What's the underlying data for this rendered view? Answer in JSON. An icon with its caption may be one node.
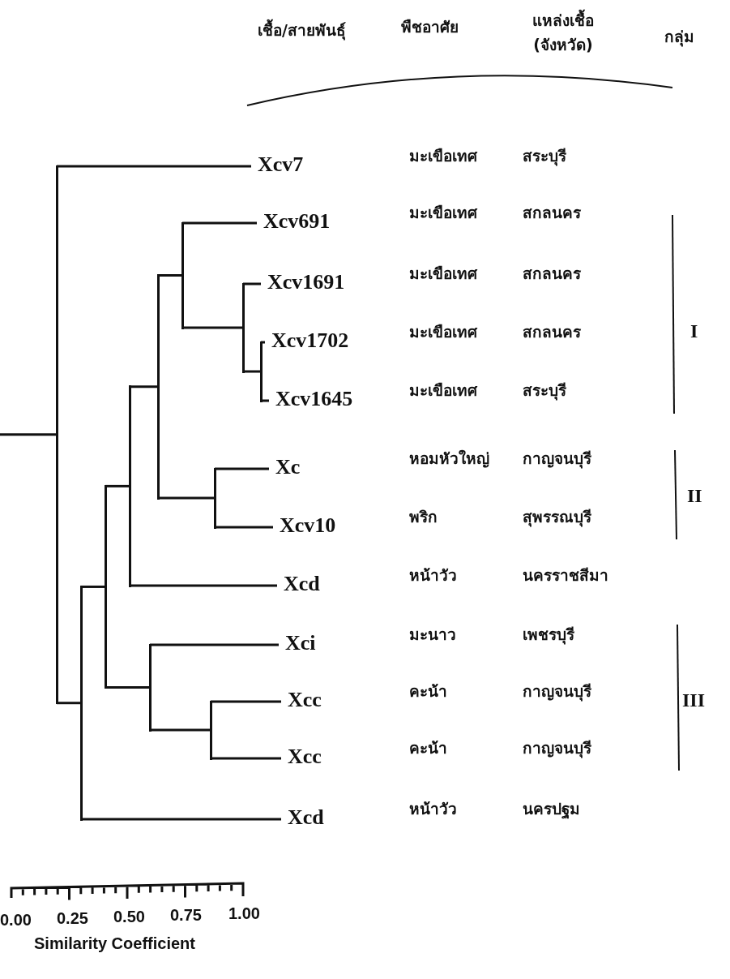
{
  "diagram": {
    "nodes": [
      {
        "text": [
          "Xcv7"
        ]
      },
      {
        "text": [
          "Xcv691"
        ]
      },
      {
        "text": [
          "Xcv1691"
        ]
      },
      {
        "text": [
          "Xcv1702"
        ]
      },
      {
        "text": [
          "Xcv1645"
        ]
      },
      {
        "text": [
          "Xc"
        ]
      },
      {
        "text": [
          "Xcv10"
        ]
      },
      {
        "text": [
          "Xcd"
        ]
      },
      {
        "text": [
          "Xci"
        ]
      },
      {
        "text": [
          "Xcc"
        ]
      },
      {
        "text": [
          "Xcc"
        ]
      },
      {
        "text": [
          "Xcd"
        ]
      },
      {
        "text": [],
        "shape": "bar"
      },
      {
        "text": [],
        "shape": "bar"
      },
      {
        "text": [],
        "shape": "bar"
      },
      {
        "text": [],
        "shape": "bar"
      },
      {
        "text": [],
        "shape": "bar"
      },
      {
        "text": [],
        "shape": "bar"
      },
      {
        "text": [],
        "shape": "bar"
      },
      {
        "text": [],
        "shape": "bar"
      },
      {
        "text": [],
        "shape": "bar"
      },
      {
        "text": [],
        "shape": "bar"
      },
      {
        "text": [],
        "shape": "bar"
      }
    ],
    "edges": [
      {
        "from": null,
        "to": 12,
        "arrow": "none"
      },
      {
        "from": 12,
        "to": 0,
        "arrow": "none"
      },
      {
        "from": 12,
        "to": 13,
        "arrow": "none"
      },
      {
        "from": 13,
        "to": 14,
        "arrow": "none"
      },
      {
        "from": 13,
        "to": 11,
        "arrow": "none"
      },
      {
        "from": 14,
        "to": 15,
        "arrow": "none"
      },
      {
        "from": 14,
        "to": 21,
        "arrow": "none"
      },
      {
        "from": 15,
        "to": 16,
        "arrow": "none"
      },
      {
        "from": 15,
        "to": 7,
        "arrow": "none"
      },
      {
        "from": 16,
        "to": 17,
        "arrow": "none"
      },
      {
        "from": 16,
        "to": 20,
        "arrow": "none"
      },
      {
        "from": 17,
        "to": 1,
        "arrow": "none"
      },
      {
        "from": 17,
        "to": 18,
        "arrow": "none"
      },
      {
        "from": 18,
        "to": 2,
        "arrow": "none"
      },
      {
        "from": 18,
        "to": 19,
        "arrow": "none"
      },
      {
        "from": 19,
        "to": 3,
        "arrow": "none"
      },
      {
        "from": 19,
        "to": 4,
        "arrow": "none"
      },
      {
        "from": 20,
        "to": 5,
        "arrow": "none"
      },
      {
        "from": 20,
        "to": 6,
        "arrow": "none"
      },
      {
        "from": 21,
        "to": 8,
        "arrow": "none"
      },
      {
        "from": 21,
        "to": 22,
        "arrow": "none"
      },
      {
        "from": 22,
        "to": 9,
        "arrow": "none"
      },
      {
        "from": 22,
        "to": 10,
        "arrow": "none"
      }
    ],
    "labels": [
      "เชื้อ/สายพันธุ์",
      "พืชอาศัย",
      "แหล่งเชื้อ (จังหวัด)",
      "กลุ่ม",
      "มะเขือเทศ",
      "สระบุรี",
      "มะเขือเทศ",
      "สกลนคร",
      "มะเขือเทศ",
      "สกลนคร",
      "มะเขือเทศ",
      "สกลนคร",
      "มะเขือเทศ",
      "สระบุรี",
      "หอมหัวใหญ่",
      "กาญจนบุรี",
      "พริก",
      "สุพรรณบุรี",
      "หน้าวัว",
      "นครราชสีมา",
      "มะนาว",
      "เพชรบุรี",
      "คะน้า",
      "กาญจนบุรี",
      "คะน้า",
      "กาญจนบุรี",
      "หน้าวัว",
      "นครปฐม",
      "I",
      "II",
      "III",
      "0.00",
      "0.25",
      "0.50",
      "0.75",
      "1.00",
      "Similarity Coefficient"
    ]
  }
}
